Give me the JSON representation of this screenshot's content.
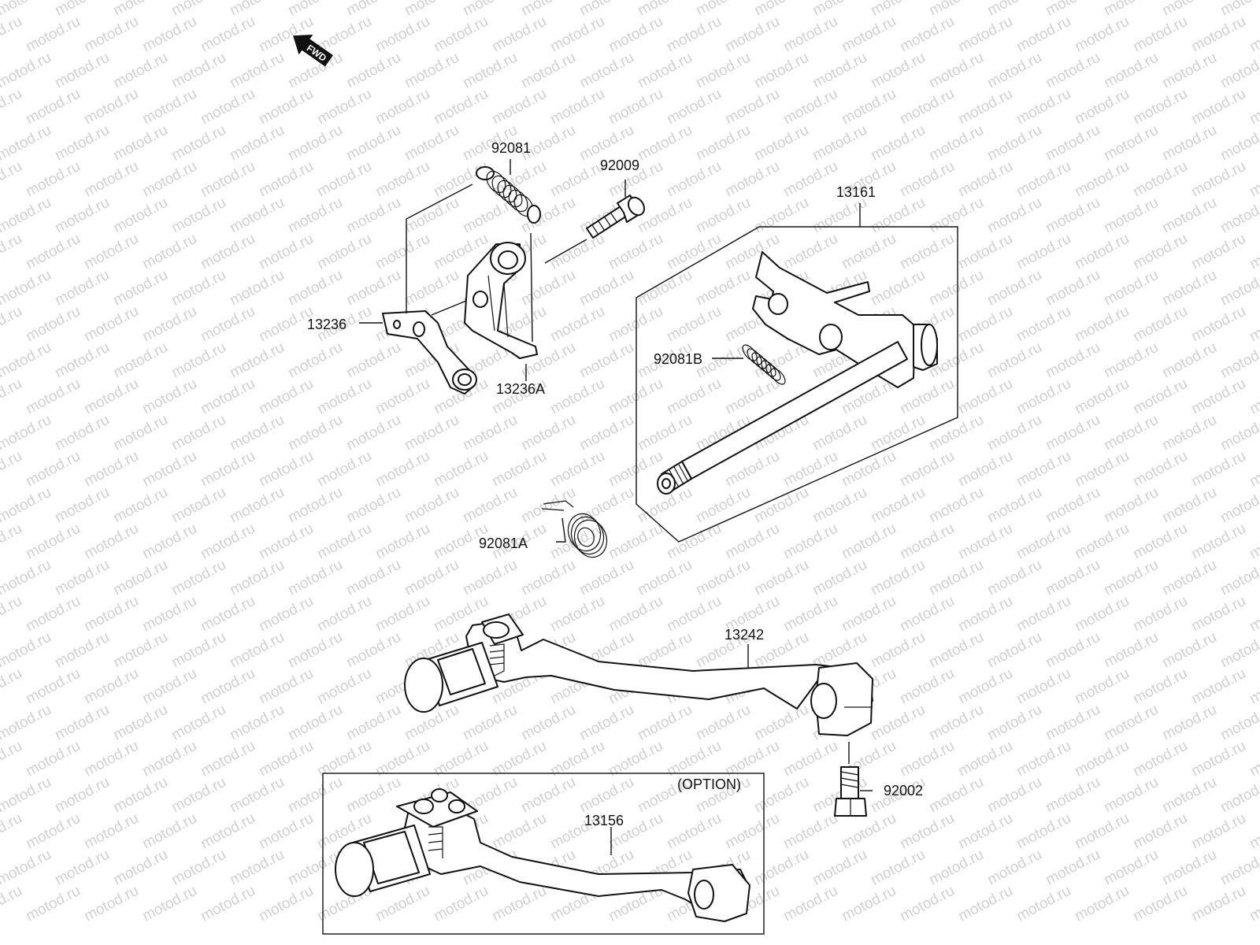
{
  "watermark": "motod.ru",
  "fwd_label": "FWD",
  "option_label": "(OPTION)",
  "parts": {
    "p92081": "92081",
    "p92009": "92009",
    "p13161": "13161",
    "p13236": "13236",
    "p13236A": "13236A",
    "p92081B": "92081B",
    "p92081A": "92081A",
    "p13242": "13242",
    "p92002": "92002",
    "p13156": "13156"
  }
}
